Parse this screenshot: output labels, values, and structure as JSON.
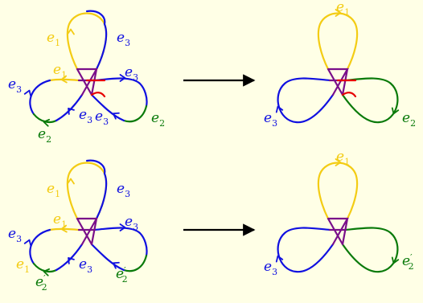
{
  "colors": {
    "background": "#ffffe6",
    "yellow": "#f3cc14",
    "blue": "#1010e0",
    "green": "#0a7a0a",
    "purple": "#7a0f8a",
    "red": "#e60000",
    "black": "#000000"
  },
  "diagrams": [
    {
      "id": "top-left",
      "labels": [
        {
          "base": "e",
          "sub": "1",
          "prime": false,
          "color": "yellow"
        },
        {
          "base": "e",
          "sub": "3",
          "prime": false,
          "color": "blue"
        },
        {
          "base": "e",
          "sub": "1",
          "prime": false,
          "color": "yellow"
        },
        {
          "base": "e",
          "sub": "3",
          "prime": false,
          "color": "blue"
        },
        {
          "base": "e",
          "sub": "3",
          "prime": false,
          "color": "blue"
        },
        {
          "base": "e",
          "sub": "3",
          "prime": false,
          "color": "blue"
        },
        {
          "base": "e",
          "sub": "3",
          "prime": false,
          "color": "blue"
        },
        {
          "base": "e",
          "sub": "2",
          "prime": false,
          "color": "green"
        },
        {
          "base": "e",
          "sub": "2",
          "prime": false,
          "color": "green"
        }
      ]
    },
    {
      "id": "top-right",
      "labels": [
        {
          "base": "e",
          "sub": "1",
          "prime": false,
          "color": "yellow"
        },
        {
          "base": "e",
          "sub": "3",
          "prime": false,
          "color": "blue"
        },
        {
          "base": "e",
          "sub": "2",
          "prime": false,
          "color": "green"
        }
      ]
    },
    {
      "id": "bottom-left",
      "labels": [
        {
          "base": "e",
          "sub": "1",
          "prime": false,
          "color": "yellow"
        },
        {
          "base": "e",
          "sub": "3",
          "prime": false,
          "color": "blue"
        },
        {
          "base": "e",
          "sub": "1",
          "prime": false,
          "color": "yellow"
        },
        {
          "base": "e",
          "sub": "3",
          "prime": false,
          "color": "blue"
        },
        {
          "base": "e",
          "sub": "3",
          "prime": false,
          "color": "blue"
        },
        {
          "base": "e",
          "sub": "1",
          "prime": false,
          "color": "yellow"
        },
        {
          "base": "e",
          "sub": "3",
          "prime": false,
          "color": "blue"
        },
        {
          "base": "e",
          "sub": "2",
          "prime": true,
          "color": "green"
        },
        {
          "base": "e",
          "sub": "2",
          "prime": true,
          "color": "green"
        }
      ]
    },
    {
      "id": "bottom-right",
      "labels": [
        {
          "base": "e",
          "sub": "1",
          "prime": false,
          "color": "yellow"
        },
        {
          "base": "e",
          "sub": "3",
          "prime": false,
          "color": "blue"
        },
        {
          "base": "e",
          "sub": "2",
          "prime": true,
          "color": "green"
        }
      ]
    }
  ]
}
